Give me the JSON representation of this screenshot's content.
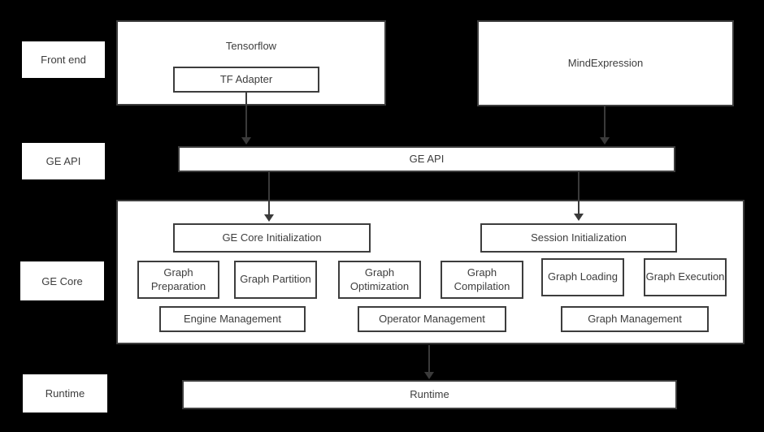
{
  "colors": {
    "background": "#000000",
    "box_fill": "#ffffff",
    "box_border": "#3d3d3d",
    "text": "#3d3d3d",
    "arrow": "#3a3a3a"
  },
  "row_labels": {
    "front_end": "Front end",
    "ge_api": "GE API",
    "ge_core": "GE Core",
    "runtime": "Runtime"
  },
  "front_end": {
    "tensorflow": "Tensorflow",
    "tf_adapter": "TF Adapter",
    "mind_expression": "MindExpression"
  },
  "ge_api": {
    "title": "GE API"
  },
  "ge_core": {
    "init_boxes": {
      "ge_core_initialization": "GE Core Initialization",
      "session_initialization": "Session Initialization"
    },
    "function_boxes": [
      "Graph Preparation",
      "Graph Partition",
      "Graph Optimization",
      "Graph Compilation",
      "Graph Loading",
      "Graph Execution"
    ],
    "management_boxes": [
      "Engine Management",
      "Operator Management",
      "Graph Management"
    ]
  },
  "runtime": {
    "title": "Runtime"
  }
}
